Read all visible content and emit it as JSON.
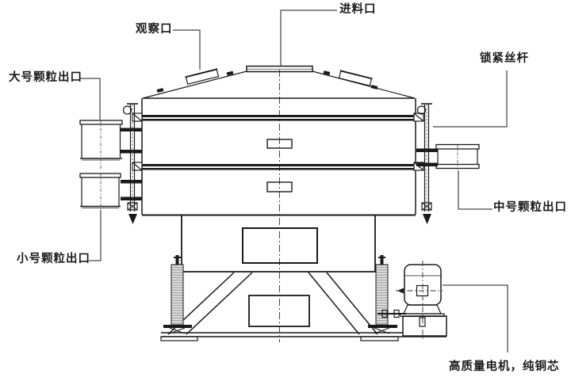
{
  "diagram": {
    "type": "technical-line-drawing",
    "colors": {
      "background": "#ffffff",
      "line": "#1a1a1a"
    },
    "labels": {
      "observation_port": "观察口",
      "feed_inlet": "进料口",
      "locking_screw": "锁紧丝杆",
      "large_particle_outlet": "大号颗粒出口",
      "medium_particle_outlet": "中号颗粒出口",
      "small_particle_outlet": "小号颗粒出口",
      "motor": "高质量电机，纯铜芯"
    }
  }
}
